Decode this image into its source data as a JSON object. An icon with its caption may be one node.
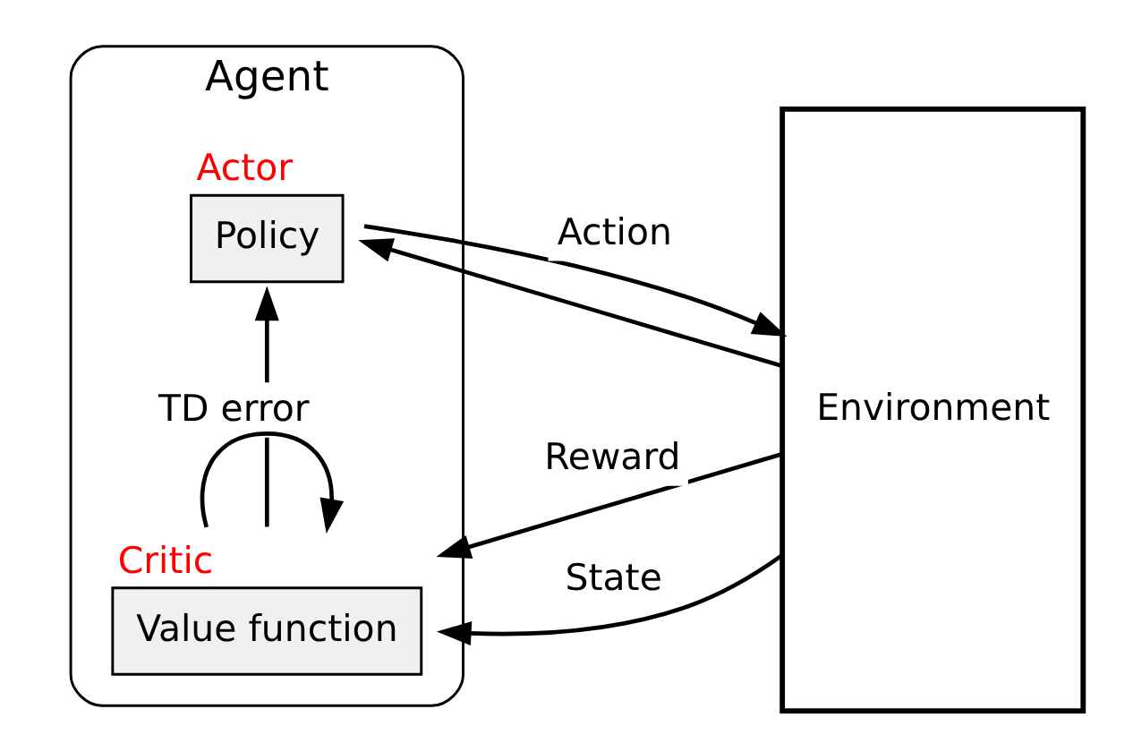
{
  "diagram": {
    "nodes": [
      {
        "text": [
          "Agent"
        ]
      },
      {
        "text": [
          "Policy"
        ],
        "in": 0,
        "beside": [
          "Actor"
        ]
      },
      {
        "text": [
          "Value function"
        ],
        "in": 0,
        "beside": [
          "Critic"
        ]
      },
      {
        "text": [
          "Environment"
        ]
      }
    ],
    "edges": [
      {
        "from": 1,
        "to": 3,
        "arrow": "to",
        "label": "Action"
      },
      {
        "from": 2,
        "to": 1,
        "arrow": "to",
        "label": "TD error"
      },
      {
        "from": 2,
        "to": 2,
        "arrow": "to"
      },
      {
        "from": 3,
        "to": 2,
        "arrow": "to",
        "label": "Reward"
      },
      {
        "from": 3,
        "to": 2,
        "arrow": "to",
        "label": "State"
      },
      {
        "from": 3,
        "to": 1,
        "arrow": "to"
      }
    ]
  }
}
